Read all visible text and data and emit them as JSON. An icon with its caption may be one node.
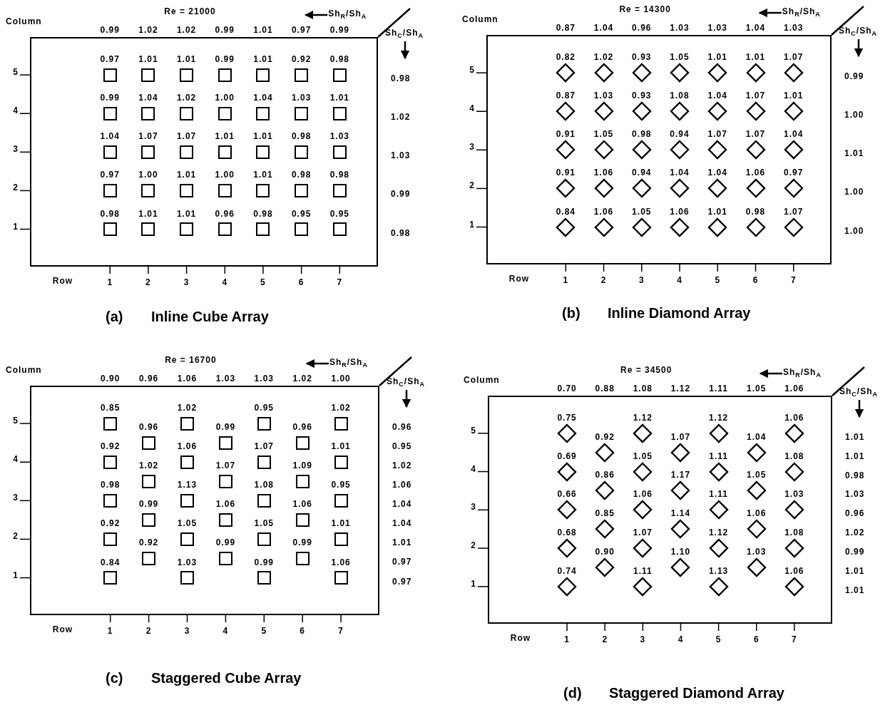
{
  "diagram": {
    "nodes": [
      {
        "text": [],
        "shape": "box"
      },
      {
        "text": [],
        "shape": "box",
        "in": 0,
        "beside": [
          "0.97"
        ]
      },
      {
        "text": [],
        "shape": "box",
        "in": 0,
        "beside": [
          "1.01"
        ]
      },
      {
        "text": [],
        "shape": "box",
        "in": 0,
        "beside": [
          "1.01"
        ]
      },
      {
        "text": [],
        "shape": "box",
        "in": 0,
        "beside": [
          "0.99"
        ]
      },
      {
        "text": [],
        "shape": "box",
        "in": 0,
        "beside": [
          "1.01"
        ]
      },
      {
        "text": [],
        "shape": "box",
        "in": 0,
        "beside": [
          "0.92"
        ]
      },
      {
        "text": [],
        "shape": "box",
        "in": 0,
        "beside": [
          "0.98"
        ]
      },
      {
        "text": [],
        "shape": "box",
        "in": 0,
        "beside": [
          "0.99"
        ]
      },
      {
        "text": [],
        "shape": "box",
        "in": 0,
        "beside": [
          "1.04"
        ]
      },
      {
        "text": [],
        "shape": "box",
        "in": 0,
        "beside": [
          "1.02"
        ]
      },
      {
        "text": [],
        "shape": "box",
        "in": 0,
        "beside": [
          "1.00"
        ]
      },
      {
        "text": [],
        "shape": "box",
        "in": 0,
        "beside": [
          "1.04"
        ]
      },
      {
        "text": [],
        "shape": "box",
        "in": 0,
        "beside": [
          "1.03"
        ]
      },
      {
        "text": [],
        "shape": "box",
        "in": 0,
        "beside": [
          "1.01"
        ]
      },
      {
        "text": [],
        "shape": "box",
        "in": 0,
        "beside": [
          "1.04"
        ]
      },
      {
        "text": [],
        "shape": "box",
        "in": 0,
        "beside": [
          "1.07"
        ]
      },
      {
        "text": [],
        "shape": "box",
        "in": 0,
        "beside": [
          "1.07"
        ]
      },
      {
        "text": [],
        "shape": "box",
        "in": 0,
        "beside": [
          "1.01"
        ]
      },
      {
        "text": [],
        "shape": "box",
        "in": 0,
        "beside": [
          "1.01"
        ]
      },
      {
        "text": [],
        "shape": "box",
        "in": 0,
        "beside": [
          "0.98"
        ]
      },
      {
        "text": [],
        "shape": "box",
        "in": 0,
        "beside": [
          "1.03"
        ]
      },
      {
        "text": [],
        "shape": "box",
        "in": 0,
        "beside": [
          "0.97"
        ]
      },
      {
        "text": [],
        "shape": "box",
        "in": 0,
        "beside": [
          "1.00"
        ]
      },
      {
        "text": [],
        "shape": "box",
        "in": 0,
        "beside": [
          "1.01"
        ]
      },
      {
        "text": [],
        "shape": "box",
        "in": 0,
        "beside": [
          "1.00"
        ]
      },
      {
        "text": [],
        "shape": "box",
        "in": 0,
        "beside": [
          "1.01"
        ]
      },
      {
        "text": [],
        "shape": "box",
        "in": 0,
        "beside": [
          "0.98"
        ]
      },
      {
        "text": [],
        "shape": "box",
        "in": 0,
        "beside": [
          "0.98"
        ]
      },
      {
        "text": [],
        "shape": "box",
        "in": 0,
        "beside": [
          "0.98"
        ]
      },
      {
        "text": [],
        "shape": "box",
        "in": 0,
        "beside": [
          "1.01"
        ]
      },
      {
        "text": [],
        "shape": "box",
        "in": 0,
        "beside": [
          "1.01"
        ]
      },
      {
        "text": [],
        "shape": "box",
        "in": 0,
        "beside": [
          "0.96"
        ]
      },
      {
        "text": [],
        "shape": "box",
        "in": 0,
        "beside": [
          "0.98"
        ]
      },
      {
        "text": [],
        "shape": "box",
        "in": 0,
        "beside": [
          "0.95"
        ]
      },
      {
        "text": [],
        "shape": "box",
        "in": 0,
        "beside": [
          "0.95"
        ]
      },
      {
        "text": [],
        "shape": "box"
      },
      {
        "text": [],
        "shape": "diamond",
        "in": 36,
        "beside": [
          "0.82"
        ]
      },
      {
        "text": [],
        "shape": "diamond",
        "in": 36,
        "beside": [
          "1.02"
        ]
      },
      {
        "text": [],
        "shape": "diamond",
        "in": 36,
        "beside": [
          "0.93"
        ]
      },
      {
        "text": [],
        "shape": "diamond",
        "in": 36,
        "beside": [
          "1.05"
        ]
      },
      {
        "text": [],
        "shape": "diamond",
        "in": 36,
        "beside": [
          "1.01"
        ]
      },
      {
        "text": [],
        "shape": "diamond",
        "in": 36,
        "beside": [
          "1.01"
        ]
      },
      {
        "text": [],
        "shape": "diamond",
        "in": 36,
        "beside": [
          "1.07"
        ]
      },
      {
        "text": [],
        "shape": "diamond",
        "in": 36,
        "beside": [
          "0.87"
        ]
      },
      {
        "text": [],
        "shape": "diamond",
        "in": 36,
        "beside": [
          "1.03"
        ]
      },
      {
        "text": [],
        "shape": "diamond",
        "in": 36,
        "beside": [
          "0.93"
        ]
      },
      {
        "text": [],
        "shape": "diamond",
        "in": 36,
        "beside": [
          "1.08"
        ]
      },
      {
        "text": [],
        "shape": "diamond",
        "in": 36,
        "beside": [
          "1.04"
        ]
      },
      {
        "text": [],
        "shape": "diamond",
        "in": 36,
        "beside": [
          "1.07"
        ]
      },
      {
        "text": [],
        "shape": "diamond",
        "in": 36,
        "beside": [
          "1.01"
        ]
      },
      {
        "text": [],
        "shape": "diamond",
        "in": 36,
        "beside": [
          "0.91"
        ]
      },
      {
        "text": [],
        "shape": "diamond",
        "in": 36,
        "beside": [
          "1.05"
        ]
      },
      {
        "text": [],
        "shape": "diamond",
        "in": 36,
        "beside": [
          "0.98"
        ]
      },
      {
        "text": [],
        "shape": "diamond",
        "in": 36,
        "beside": [
          "0.94"
        ]
      },
      {
        "text": [],
        "shape": "diamond",
        "in": 36,
        "beside": [
          "1.07"
        ]
      },
      {
        "text": [],
        "shape": "diamond",
        "in": 36,
        "beside": [
          "1.07"
        ]
      },
      {
        "text": [],
        "shape": "diamond",
        "in": 36,
        "beside": [
          "1.04"
        ]
      },
      {
        "text": [],
        "shape": "diamond",
        "in": 36,
        "beside": [
          "0.91"
        ]
      },
      {
        "text": [],
        "shape": "diamond",
        "in": 36,
        "beside": [
          "1.06"
        ]
      },
      {
        "text": [],
        "shape": "diamond",
        "in": 36,
        "beside": [
          "0.94"
        ]
      },
      {
        "text": [],
        "shape": "diamond",
        "in": 36,
        "beside": [
          "1.04"
        ]
      },
      {
        "text": [],
        "shape": "diamond",
        "in": 36,
        "beside": [
          "1.04"
        ]
      },
      {
        "text": [],
        "shape": "diamond",
        "in": 36,
        "beside": [
          "1.06"
        ]
      },
      {
        "text": [],
        "shape": "diamond",
        "in": 36,
        "beside": [
          "0.97"
        ]
      },
      {
        "text": [],
        "shape": "diamond",
        "in": 36,
        "beside": [
          "0.84"
        ]
      },
      {
        "text": [],
        "shape": "diamond",
        "in": 36,
        "beside": [
          "1.06"
        ]
      },
      {
        "text": [],
        "shape": "diamond",
        "in": 36,
        "beside": [
          "1.05"
        ]
      },
      {
        "text": [],
        "shape": "diamond",
        "in": 36,
        "beside": [
          "1.06"
        ]
      },
      {
        "text": [],
        "shape": "diamond",
        "in": 36,
        "beside": [
          "1.01"
        ]
      },
      {
        "text": [],
        "shape": "diamond",
        "in": 36,
        "beside": [
          "0.98"
        ]
      },
      {
        "text": [],
        "shape": "diamond",
        "in": 36,
        "beside": [
          "1.07"
        ]
      },
      {
        "text": [],
        "shape": "box"
      },
      {
        "text": [],
        "shape": "box",
        "in": 72,
        "beside": [
          "0.85"
        ]
      },
      {
        "text": [],
        "shape": "box",
        "in": 72,
        "beside": [
          "1.02"
        ]
      },
      {
        "text": [],
        "shape": "box",
        "in": 72,
        "beside": [
          "0.95"
        ]
      },
      {
        "text": [],
        "shape": "box",
        "in": 72,
        "beside": [
          "1.02"
        ]
      },
      {
        "text": [],
        "shape": "box",
        "in": 72,
        "beside": [
          "0.96"
        ]
      },
      {
        "text": [],
        "shape": "box",
        "in": 72,
        "beside": [
          "0.99"
        ]
      },
      {
        "text": [],
        "shape": "box",
        "in": 72,
        "beside": [
          "0.96"
        ]
      },
      {
        "text": [],
        "shape": "box",
        "in": 72,
        "beside": [
          "0.92"
        ]
      },
      {
        "text": [],
        "shape": "box",
        "in": 72,
        "beside": [
          "1.06"
        ]
      },
      {
        "text": [],
        "shape": "box",
        "in": 72,
        "beside": [
          "1.07"
        ]
      },
      {
        "text": [],
        "shape": "box",
        "in": 72,
        "beside": [
          "1.01"
        ]
      },
      {
        "text": [],
        "shape": "box",
        "in": 72,
        "beside": [
          "1.02"
        ]
      },
      {
        "text": [],
        "shape": "box",
        "in": 72,
        "beside": [
          "1.07"
        ]
      },
      {
        "text": [],
        "shape": "box",
        "in": 72,
        "beside": [
          "1.09"
        ]
      },
      {
        "text": [],
        "shape": "box",
        "in": 72,
        "beside": [
          "0.98"
        ]
      },
      {
        "text": [],
        "shape": "box",
        "in": 72,
        "beside": [
          "1.13"
        ]
      },
      {
        "text": [],
        "shape": "box",
        "in": 72,
        "beside": [
          "1.08"
        ]
      },
      {
        "text": [],
        "shape": "box",
        "in": 72,
        "beside": [
          "0.95"
        ]
      },
      {
        "text": [],
        "shape": "box",
        "in": 72,
        "beside": [
          "0.99"
        ]
      },
      {
        "text": [],
        "shape": "box",
        "in": 72,
        "beside": [
          "1.06"
        ]
      },
      {
        "text": [],
        "shape": "box",
        "in": 72,
        "beside": [
          "1.06"
        ]
      },
      {
        "text": [],
        "shape": "box",
        "in": 72,
        "beside": [
          "0.92"
        ]
      },
      {
        "text": [],
        "shape": "box",
        "in": 72,
        "beside": [
          "1.05"
        ]
      },
      {
        "text": [],
        "shape": "box",
        "in": 72,
        "beside": [
          "1.05"
        ]
      },
      {
        "text": [],
        "shape": "box",
        "in": 72,
        "beside": [
          "1.01"
        ]
      },
      {
        "text": [],
        "shape": "box",
        "in": 72,
        "beside": [
          "0.92"
        ]
      },
      {
        "text": [],
        "shape": "box",
        "in": 72,
        "beside": [
          "0.99"
        ]
      },
      {
        "text": [],
        "shape": "box",
        "in": 72,
        "beside": [
          "0.99"
        ]
      },
      {
        "text": [],
        "shape": "box",
        "in": 72,
        "beside": [
          "0.84"
        ]
      },
      {
        "text": [],
        "shape": "box",
        "in": 72,
        "beside": [
          "1.03"
        ]
      },
      {
        "text": [],
        "shape": "box",
        "in": 72,
        "beside": [
          "0.99"
        ]
      },
      {
        "text": [],
        "shape": "box",
        "in": 72,
        "beside": [
          "1.06"
        ]
      },
      {
        "text": [],
        "shape": "box"
      },
      {
        "text": [],
        "shape": "diamond",
        "in": 105,
        "beside": [
          "0.75"
        ]
      },
      {
        "text": [],
        "shape": "diamond",
        "in": 105,
        "beside": [
          "1.12"
        ]
      },
      {
        "text": [],
        "shape": "diamond",
        "in": 105,
        "beside": [
          "1.12"
        ]
      },
      {
        "text": [],
        "shape": "diamond",
        "in": 105,
        "beside": [
          "1.06"
        ]
      },
      {
        "text": [],
        "shape": "diamond",
        "in": 105,
        "beside": [
          "0.92"
        ]
      },
      {
        "text": [],
        "shape": "diamond",
        "in": 105,
        "beside": [
          "1.07"
        ]
      },
      {
        "text": [],
        "shape": "diamond",
        "in": 105,
        "beside": [
          "1.04"
        ]
      },
      {
        "text": [],
        "shape": "diamond",
        "in": 105,
        "beside": [
          "0.69"
        ]
      },
      {
        "text": [],
        "shape": "diamond",
        "in": 105,
        "beside": [
          "1.05"
        ]
      },
      {
        "text": [],
        "shape": "diamond",
        "in": 105,
        "beside": [
          "1.11"
        ]
      },
      {
        "text": [],
        "shape": "diamond",
        "in": 105,
        "beside": [
          "1.08"
        ]
      },
      {
        "text": [],
        "shape": "diamond",
        "in": 105,
        "beside": [
          "0.86"
        ]
      },
      {
        "text": [],
        "shape": "diamond",
        "in": 105,
        "beside": [
          "1.17"
        ]
      },
      {
        "text": [],
        "shape": "diamond",
        "in": 105,
        "beside": [
          "1.05"
        ]
      },
      {
        "text": [],
        "shape": "diamond",
        "in": 105,
        "beside": [
          "0.66"
        ]
      },
      {
        "text": [],
        "shape": "diamond",
        "in": 105,
        "beside": [
          "1.06"
        ]
      },
      {
        "text": [],
        "shape": "diamond",
        "in": 105,
        "beside": [
          "1.11"
        ]
      },
      {
        "text": [],
        "shape": "diamond",
        "in": 105,
        "beside": [
          "1.03"
        ]
      },
      {
        "text": [],
        "shape": "diamond",
        "in": 105,
        "beside": [
          "0.85"
        ]
      },
      {
        "text": [],
        "shape": "diamond",
        "in": 105,
        "beside": [
          "1.14"
        ]
      },
      {
        "text": [],
        "shape": "diamond",
        "in": 105,
        "beside": [
          "1.06"
        ]
      },
      {
        "text": [],
        "shape": "diamond",
        "in": 105,
        "beside": [
          "0.68"
        ]
      },
      {
        "text": [],
        "shape": "diamond",
        "in": 105,
        "beside": [
          "1.07"
        ]
      },
      {
        "text": [],
        "shape": "diamond",
        "in": 105,
        "beside": [
          "1.12"
        ]
      },
      {
        "text": [],
        "shape": "diamond",
        "in": 105,
        "beside": [
          "1.08"
        ]
      },
      {
        "text": [],
        "shape": "diamond",
        "in": 105,
        "beside": [
          "0.90"
        ]
      },
      {
        "text": [],
        "shape": "diamond",
        "in": 105,
        "beside": [
          "1.10"
        ]
      },
      {
        "text": [],
        "shape": "diamond",
        "in": 105,
        "beside": [
          "1.03"
        ]
      },
      {
        "text": [],
        "shape": "diamond",
        "in": 105,
        "beside": [
          "0.74"
        ]
      },
      {
        "text": [],
        "shape": "diamond",
        "in": 105,
        "beside": [
          "1.11"
        ]
      },
      {
        "text": [],
        "shape": "diamond",
        "in": 105,
        "beside": [
          "1.13"
        ]
      },
      {
        "text": [],
        "shape": "diamond",
        "in": 105,
        "beside": [
          "1.06"
        ]
      }
    ],
    "labels": [
      "Re = 21000",
      "Sh$_{R}$/Sh$_{A}$",
      "Column",
      "0.99",
      "1.02",
      "1.02",
      "0.99",
      "1.01",
      "0.97",
      "0.99",
      "Sh$_{C}$/Sh$_{A}$",
      "0.98",
      "1.02",
      "1.03",
      "0.99",
      "0.98",
      "5",
      "4",
      "3",
      "2",
      "1",
      "Row",
      "1",
      "2",
      "3",
      "4",
      "5",
      "6",
      "7",
      "(a)",
      "Inline Cube Array",
      "Re = 14300",
      "Sh$_{R}$/Sh$_{A}$",
      "Column",
      "0.87",
      "1.04",
      "0.96",
      "1.03",
      "1.03",
      "1.04",
      "1.03",
      "Sh$_{C}$/Sh$_{A}$",
      "0.99",
      "1.00",
      "1.01",
      "1.00",
      "1.00",
      "5",
      "4",
      "3",
      "2",
      "1",
      "Row",
      "1",
      "2",
      "3",
      "4",
      "5",
      "6",
      "7",
      "(b)",
      "Inline Diamond Array",
      "Re = 16700",
      "Sh$_{R}$/Sh$_{A}$",
      "Column",
      "0.90",
      "0.96",
      "1.06",
      "1.03",
      "1.03",
      "1.02",
      "1.00",
      "Sh$_{C}$/Sh$_{A}$",
      "0.96",
      "0.95",
      "1.02",
      "1.06",
      "1.04",
      "1.04",
      "1.01",
      "0.97",
      "0.97",
      "5",
      "4",
      "3",
      "2",
      "1",
      "Row",
      "1",
      "2",
      "3",
      "4",
      "5",
      "6",
      "7",
      "(c)",
      "Staggered Cube Array",
      "Re = 34500",
      "Sh$_{R}$/Sh$_{A}$",
      "Column",
      "0.70",
      "0.88",
      "1.08",
      "1.12",
      "1.11",
      "1.05",
      "1.06",
      "Sh$_{C}$/Sh$_{A}$",
      "1.01",
      "1.01",
      "0.98",
      "1.03",
      "0.96",
      "1.02",
      "0.99",
      "1.01",
      "1.01",
      "5",
      "4",
      "3",
      "2",
      "1",
      "Row",
      "1",
      "2",
      "3",
      "4",
      "5",
      "6",
      "7",
      "(d)",
      "Staggered Diamond Array"
    ]
  }
}
